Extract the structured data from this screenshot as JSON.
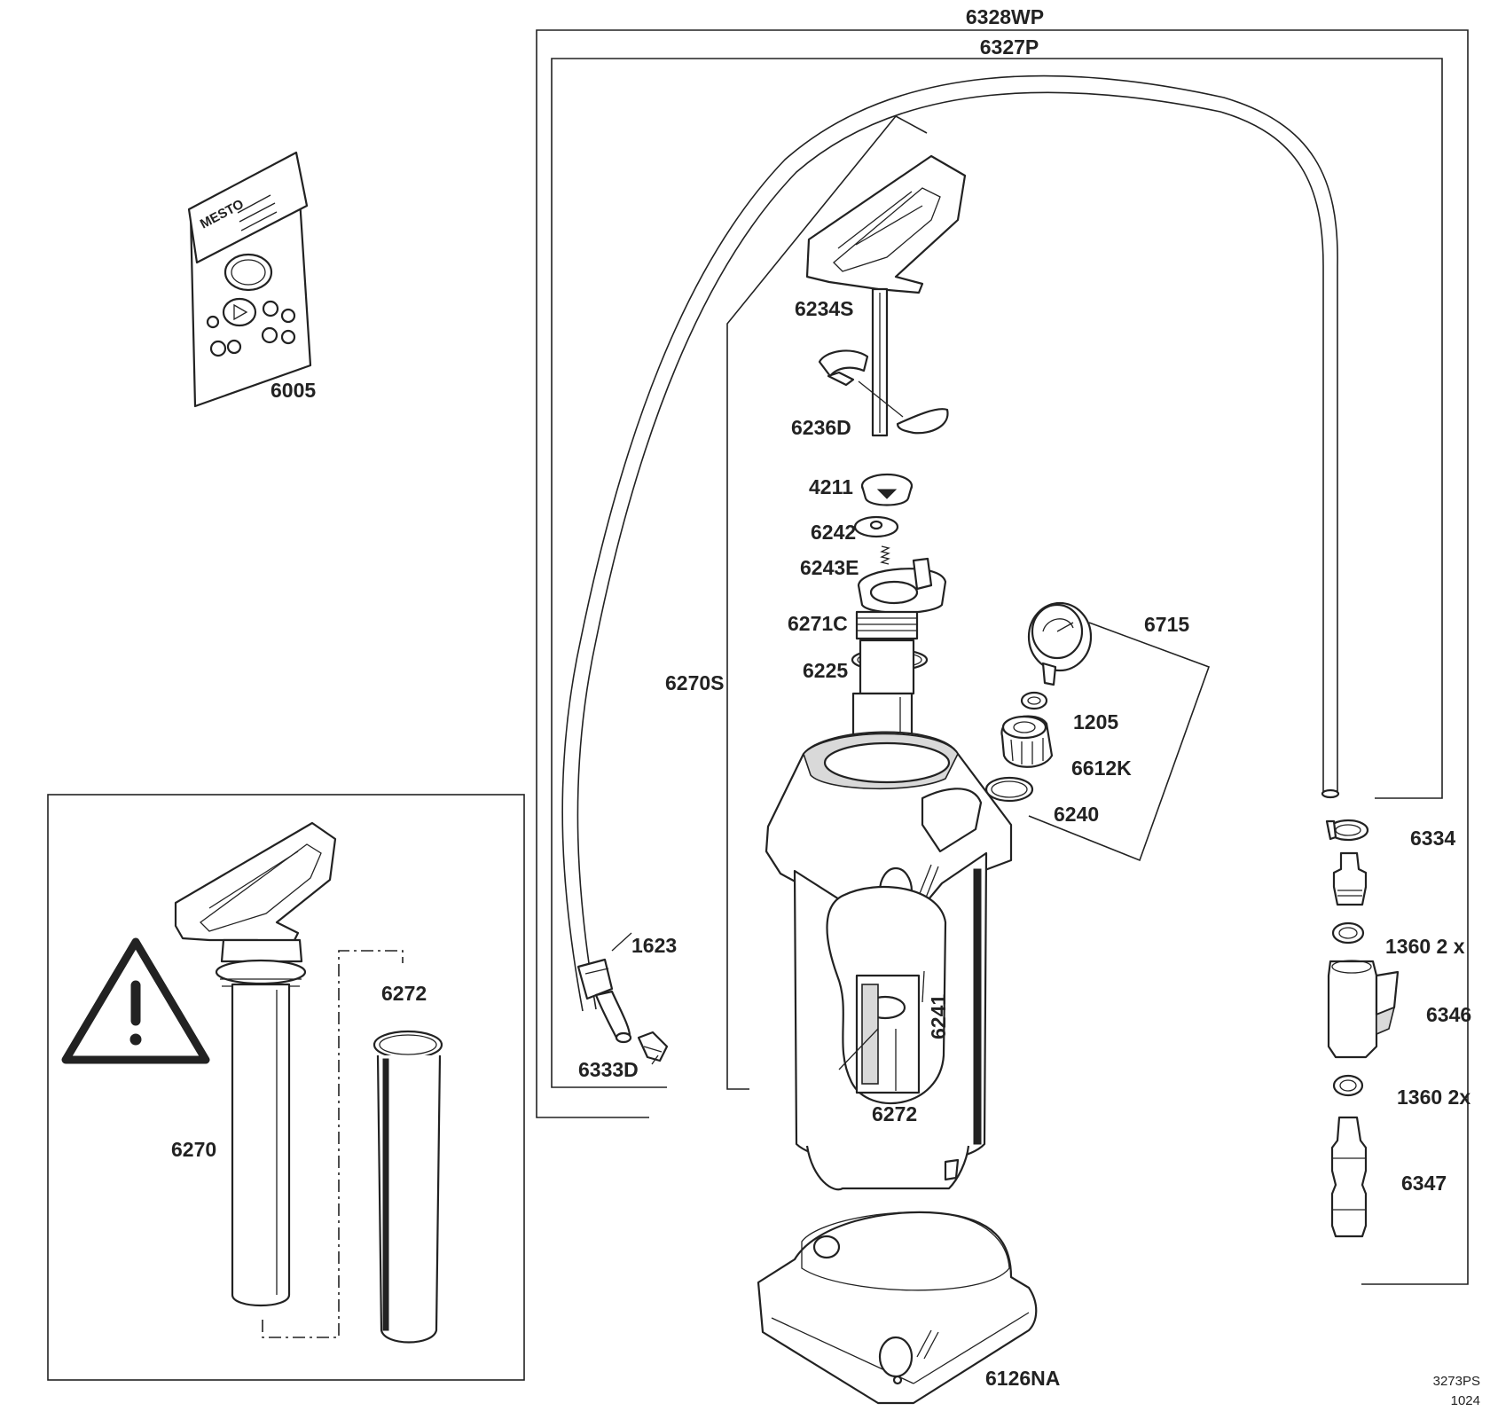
{
  "labels": {
    "kit_6328wp": "6328WP",
    "kit_6327p": "6327P",
    "seal_kit": "6005",
    "handle": "6234S",
    "clips": "6236D",
    "seal_4211": "4211",
    "disc_6242": "6242",
    "spring_6243e": "6243E",
    "cylinder_head": "6271C",
    "oring_6225": "6225",
    "pump_assembly": "6270S",
    "gauge": "6715",
    "seal_1205": "1205",
    "nut_6612k": "6612K",
    "oring_6240": "6240",
    "valve_6241": "6241",
    "cylinder_6272": "6272",
    "hose_nut": "1623",
    "nozzle": "6333D",
    "clamp": "6334",
    "washer_top": "1360 2 x",
    "valve_6346": "6346",
    "washer_bottom": "1360  2x",
    "connector": "6347",
    "base_stand": "6126NA",
    "inset_pump": "6270",
    "inset_cylinder": "6272"
  },
  "seal_kit_brand": "MESTO",
  "drawing_code": {
    "line1": "3273PS",
    "line2": "1024"
  }
}
